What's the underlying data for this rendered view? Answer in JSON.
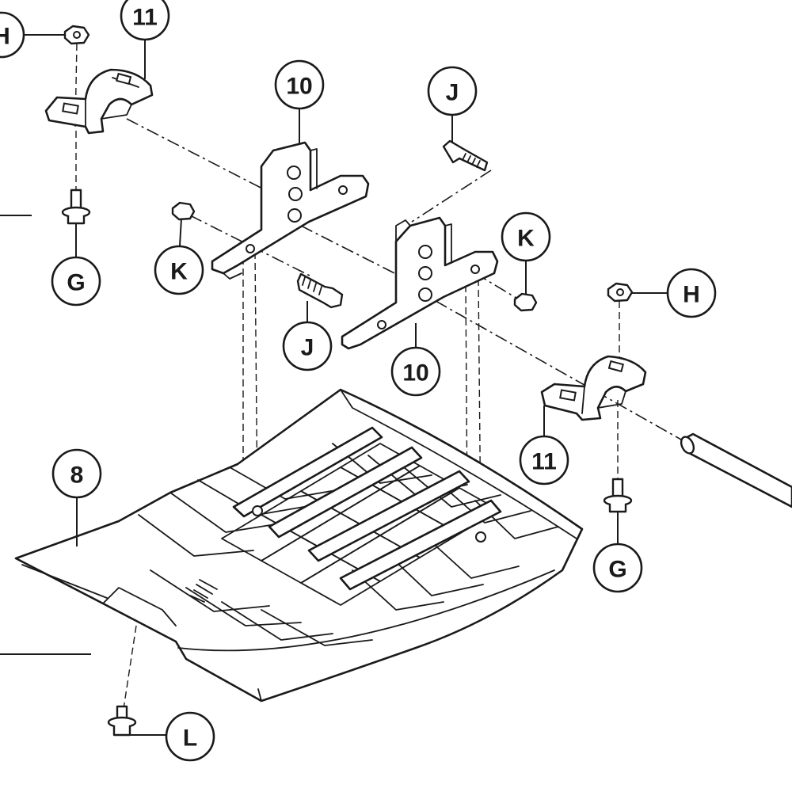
{
  "callouts": {
    "h_top": "H",
    "part11_top": "11",
    "part10_left": "10",
    "j_top": "J",
    "k_right": "K",
    "h_right": "H",
    "g_left": "G",
    "k_left": "K",
    "j_mid": "J",
    "part10_right": "10",
    "part11_right": "11",
    "part8": "8",
    "g_right": "G",
    "l_bottom": "L"
  }
}
